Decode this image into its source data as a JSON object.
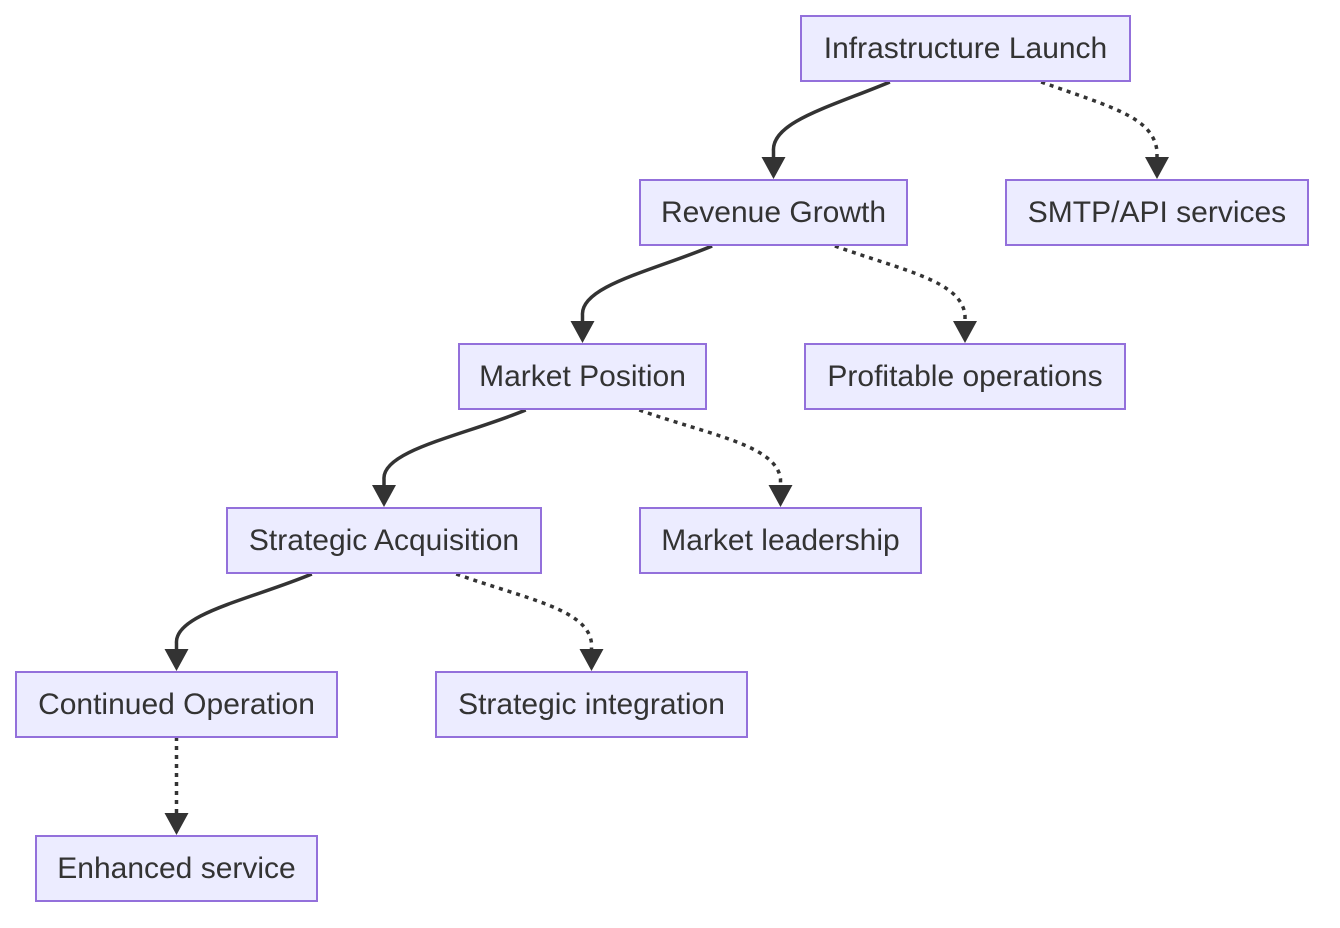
{
  "diagram": {
    "type": "flowchart",
    "direction": "top-down",
    "colors": {
      "node_fill": "#ECECFF",
      "node_stroke": "#9370DB",
      "text": "#333333",
      "edge": "#333333"
    },
    "nodes": [
      {
        "id": "infra",
        "label": "Infrastructure Launch"
      },
      {
        "id": "revenue",
        "label": "Revenue Growth"
      },
      {
        "id": "smtp",
        "label": "SMTP/API services"
      },
      {
        "id": "market",
        "label": "Market Position"
      },
      {
        "id": "profit",
        "label": "Profitable operations"
      },
      {
        "id": "acq",
        "label": "Strategic Acquisition"
      },
      {
        "id": "leader",
        "label": "Market leadership"
      },
      {
        "id": "cont",
        "label": "Continued Operation"
      },
      {
        "id": "integ",
        "label": "Strategic integration"
      },
      {
        "id": "enh",
        "label": "Enhanced service"
      }
    ],
    "edges": [
      {
        "from": "infra",
        "to": "revenue",
        "style": "solid"
      },
      {
        "from": "infra",
        "to": "smtp",
        "style": "dotted"
      },
      {
        "from": "revenue",
        "to": "market",
        "style": "solid"
      },
      {
        "from": "revenue",
        "to": "profit",
        "style": "dotted"
      },
      {
        "from": "market",
        "to": "acq",
        "style": "solid"
      },
      {
        "from": "market",
        "to": "leader",
        "style": "dotted"
      },
      {
        "from": "acq",
        "to": "cont",
        "style": "solid"
      },
      {
        "from": "acq",
        "to": "integ",
        "style": "dotted"
      },
      {
        "from": "cont",
        "to": "enh",
        "style": "dotted"
      }
    ]
  }
}
